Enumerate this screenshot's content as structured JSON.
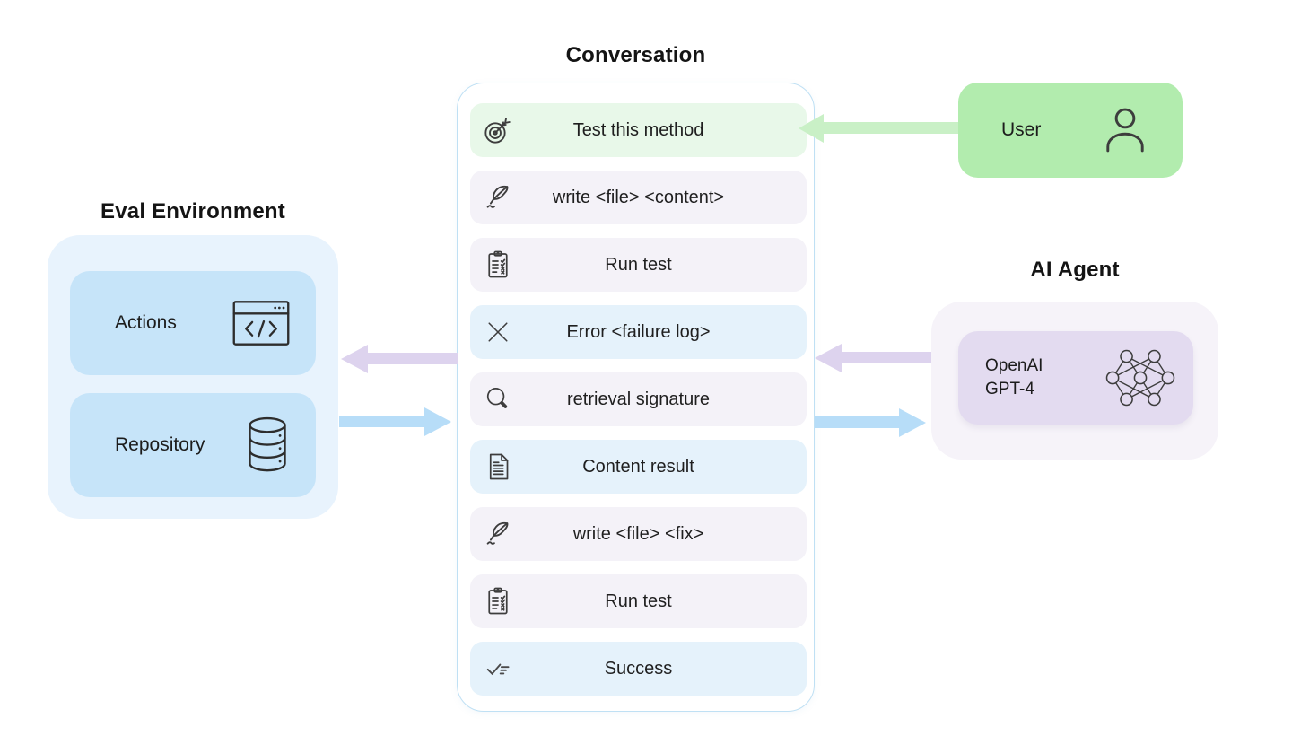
{
  "conversation": {
    "title": "Conversation",
    "rows": [
      {
        "label": "Test this method",
        "icon": "target-icon",
        "variant": "green"
      },
      {
        "label": "write <file> <content>",
        "icon": "quill-icon",
        "variant": "lavender"
      },
      {
        "label": "Run test",
        "icon": "clipboard-checklist-icon",
        "variant": "lavender"
      },
      {
        "label": "Error <failure log>",
        "icon": "x-cross-icon",
        "variant": "blue"
      },
      {
        "label": "retrieval signature",
        "icon": "magnifier-icon",
        "variant": "lavender"
      },
      {
        "label": "Content result",
        "icon": "document-icon",
        "variant": "blue"
      },
      {
        "label": "write <file> <fix>",
        "icon": "quill-icon",
        "variant": "lavender"
      },
      {
        "label": "Run test",
        "icon": "clipboard-checklist-icon",
        "variant": "lavender"
      },
      {
        "label": "Success",
        "icon": "check-lines-icon",
        "variant": "blue"
      }
    ]
  },
  "eval_environment": {
    "title": "Eval Environment",
    "boxes": [
      {
        "label": "Actions",
        "icon": "browser-code-icon"
      },
      {
        "label": "Repository",
        "icon": "database-icon"
      }
    ]
  },
  "user": {
    "label": "User",
    "icon": "person-icon"
  },
  "ai_agent": {
    "title": "AI Agent",
    "box": {
      "line1": "OpenAI",
      "line2": "GPT-4",
      "icon": "neural-network-icon"
    }
  },
  "arrows": [
    {
      "name": "user-to-conversation",
      "direction": "left",
      "color": "#c9f0c6"
    },
    {
      "name": "agent-to-conversation",
      "direction": "left",
      "color": "#ddd3ee"
    },
    {
      "name": "conversation-to-agent",
      "direction": "right",
      "color": "#b7ddf8"
    },
    {
      "name": "conversation-to-eval",
      "direction": "left",
      "color": "#ddd3ee"
    },
    {
      "name": "eval-to-conversation",
      "direction": "right",
      "color": "#b7ddf8"
    }
  ],
  "colors": {
    "row_green": "#e8f8e9",
    "row_lavender": "#f4f2f8",
    "row_blue": "#e5f2fb",
    "conversation_border": "#bfe0f4",
    "eval_outer": "#e8f3fd",
    "eval_inner": "#c6e4f9",
    "user_green": "#b2ecae",
    "ai_outer": "#f6f3f9",
    "ai_inner": "#e3dbf0",
    "arrow_green": "#c9f0c6",
    "arrow_purple": "#ddd3ee",
    "arrow_blue": "#b7ddf8",
    "icon_stroke": "#3d3d3d",
    "text": "#1c1c1c"
  }
}
